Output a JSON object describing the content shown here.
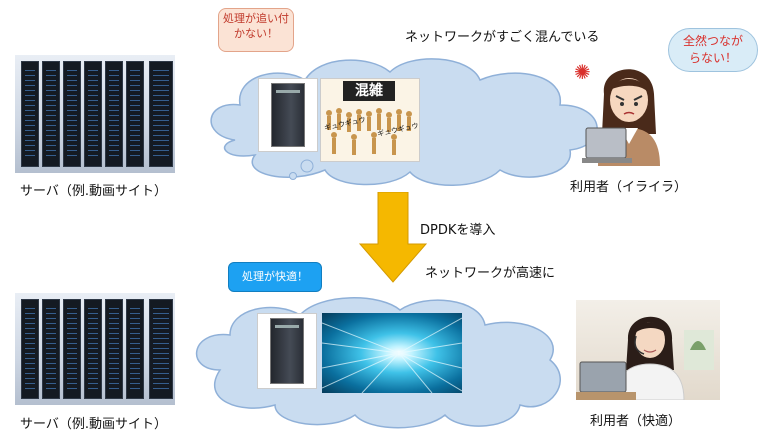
{
  "top": {
    "server_caption": "サーバ（例.動画サイト）",
    "bubble": "処理が追い付かない！",
    "network_caption": "ネットワークがすごく混んでいる",
    "crowd_sign": "混雑",
    "crowd_scribble": [
      "ギュウギュウ",
      "ギュウギュウ"
    ],
    "user_bubble": "全然つながらない！",
    "user_caption": "利用者（イライラ）"
  },
  "middle": {
    "arrow_label": "DPDKを導入",
    "arrow_color": "#f5b800"
  },
  "bottom": {
    "server_caption": "サーバ（例.動画サイト）",
    "bubble": "処理が快適！",
    "network_caption": "ネットワークが高速に",
    "user_caption": "利用者（快適）"
  },
  "colors": {
    "cloud_fill": "#c9dcf0",
    "cloud_stroke": "#8fb0d8",
    "top_bubble_fill": "#fbe3d5",
    "top_bubble_text": "#c0392b",
    "user_bubble_fill": "#d9ecf7",
    "bottom_bubble_fill": "#1da1f2"
  }
}
